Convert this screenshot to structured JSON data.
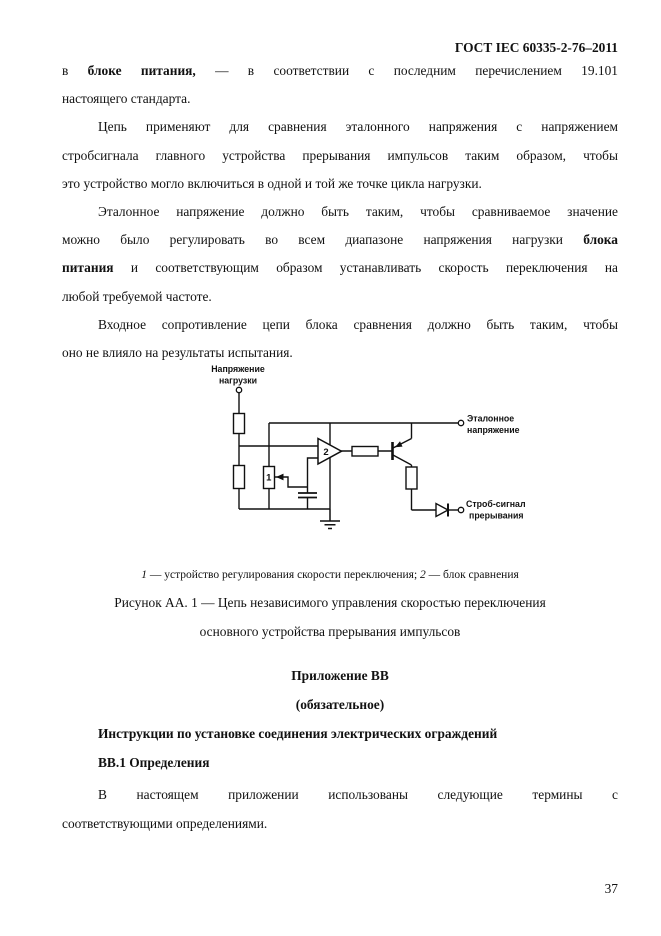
{
  "page": {
    "header": "ГОСТ IEC 60335-2-76–2011",
    "number": "37"
  },
  "doc": {
    "p1": [
      [
        {
          "t": "в "
        },
        {
          "t": "блоке питания,",
          "b": 1
        },
        {
          "t": " — в соответствии с последним перечислением 19.101"
        }
      ],
      [
        {
          "t": "настоящего стандарта."
        }
      ]
    ],
    "p2": [
      [
        {
          "t": "Цепь применяют для сравнения эталонного напряжения с напряжением"
        }
      ],
      [
        {
          "t": "стробсигнала главного устройства прерывания импульсов таким образом, чтобы"
        }
      ],
      [
        {
          "t": "это устройство могло включиться в одной и той же точке цикла нагрузки."
        }
      ]
    ],
    "p3": [
      [
        {
          "t": "Эталонное напряжение должно быть таким, чтобы сравниваемое значение"
        }
      ],
      [
        {
          "t": "можно было регулировать во всем диапазоне напряжения нагрузки "
        },
        {
          "t": "блока",
          "b": 1
        }
      ],
      [
        {
          "t": "питания",
          "b": 1
        },
        {
          "t": " и соответствующим образом устанавливать скорость переключения на"
        }
      ],
      [
        {
          "t": "любой требуемой частоте."
        }
      ]
    ],
    "p4": [
      [
        {
          "t": "Входное сопротивление цепи блока сравнения должно быть таким, чтобы"
        }
      ],
      [
        {
          "t": "оно не влияло на результаты испытания."
        }
      ]
    ],
    "p5": [
      [
        {
          "t": "В настоящем приложении использованы следующие термины с"
        }
      ],
      [
        {
          "t": "соответствующими определениями."
        }
      ]
    ],
    "figure": {
      "label_load_1": "Напряжение",
      "label_load_2": "нагрузки",
      "label_ref_1": "Эталонное",
      "label_ref_2": "напряжение",
      "label_strobe_1": "Строб-сигнал",
      "label_strobe_2": "прерывания",
      "pot_label": "1",
      "comparator_label": "2",
      "legend": [
        {
          "t": "1",
          "i": 1
        },
        {
          "t": " — устройство регулирования скорости переключения; "
        },
        {
          "t": "2",
          "i": 1
        },
        {
          "t": " — блок сравнения"
        }
      ],
      "caption_1": "Рисунок АА. 1 — Цепь независимого управления скоростью переключения",
      "caption_2": "основного устройства прерывания импульсов"
    },
    "annex": {
      "title": "Приложение ВВ",
      "subtitle": "(обязательное)",
      "heading": "Инструкции по установке соединения электрических ограждений",
      "section": "ВВ.1 Определения"
    }
  }
}
